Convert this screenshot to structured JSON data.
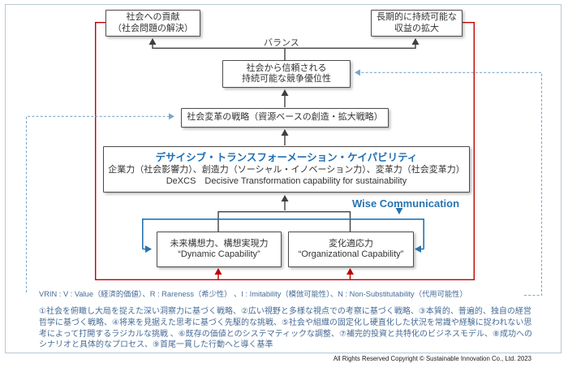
{
  "diagram": {
    "boxes": {
      "social_contribution": {
        "line1": "社会への貢献",
        "line2": "（社会問題の解決）"
      },
      "profit_expansion": {
        "line1": "長期的に持続可能な",
        "line2": "収益の拡大"
      },
      "trusted_advantage": {
        "line1": "社会から信頼される",
        "line2": "持続可能な競争優位性"
      },
      "transformation_strategy": {
        "label": "社会変革の戦略（資源ベースの創造・拡大戦略）"
      },
      "dexcs": {
        "title": "デサイシブ・トランスフォーメーション・ケイパビリティ",
        "line2": "企業力（社会影響力）、創造力（ソーシャル・イノベーション力）、変革力（社会変革力）",
        "line3": "DeXCS　Decisive Transformation capability for sustainability"
      },
      "dynamic_capability": {
        "line1": "未来構想力、構想実現力",
        "line2": "“Dynamic Capability”"
      },
      "organizational_capability": {
        "line1": "変化適応力",
        "line2": "“Organizational Capability”"
      }
    },
    "labels": {
      "balance": "バランス",
      "wise_communication": "Wise Communication"
    },
    "footnotes": {
      "vrin": "VRIN : V : Value（経済的価値）、R : Rareness（希少性） 、I : Imitability（模倣可能性）、N :  Non-Substitutability（代用可能性）",
      "notes_lines": [
        "①社会を俯瞰し大局を捉えた深い洞察力に基づく戦略、②広い視野と多様な視点での考察に基づく戦略、③本質的、普遍的、独自の経営",
        "哲学に基づく戦略、④将来を見据えた思考に基づく先駆的な挑戦、⑤社会や組織の固定化し硬直化した状況を常識や経験に捉われない思",
        "考によって打開するラジカルな挑戦 、⑥既存の価値とのシステマティックな調整、⑦補完的投資と共特化のビジネスモデル、⑧成功への",
        "シナリオと具体的なプロセス、⑨首尾一貫した行動へと導く基準"
      ]
    },
    "copyright": "All Rights Reserved Copyright © Sustainable Innovation Co., Ltd. 2023",
    "colors": {
      "accent_blue": "#2874B2",
      "title_blue": "#1F6FB5",
      "feedback_red": "#C00000",
      "dashed_light_blue": "#7BA7CC",
      "note_blue": "#466B96",
      "frame_gray": "#B7C9D1"
    }
  }
}
